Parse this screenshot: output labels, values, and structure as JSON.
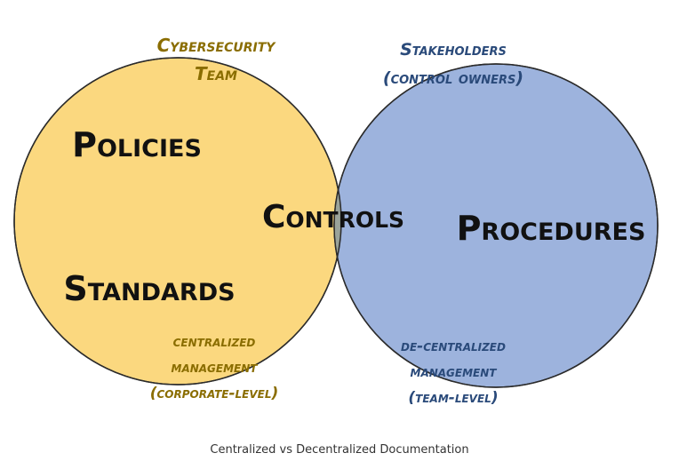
{
  "diagram": {
    "left_circle": {
      "owner_line1": "Cybersecurity",
      "owner_line2": "Team",
      "item1": "Policies",
      "item2": "Standards",
      "mgmt_line1": "centralized",
      "mgmt_line2": "management",
      "mgmt_line3": "(corporate-level)",
      "fill": "#fbd87f"
    },
    "right_circle": {
      "owner_line1": "Stakeholders",
      "owner_line2": "(control owners)",
      "item1": "Procedures",
      "mgmt_line1": "de-centralized",
      "mgmt_line2": "management",
      "mgmt_line3": "(team-level)",
      "fill": "#9db3dd"
    },
    "overlap": {
      "label": "Controls",
      "fill": "#9aa39a"
    }
  },
  "caption": "Centralized vs Decentralized Documentation"
}
